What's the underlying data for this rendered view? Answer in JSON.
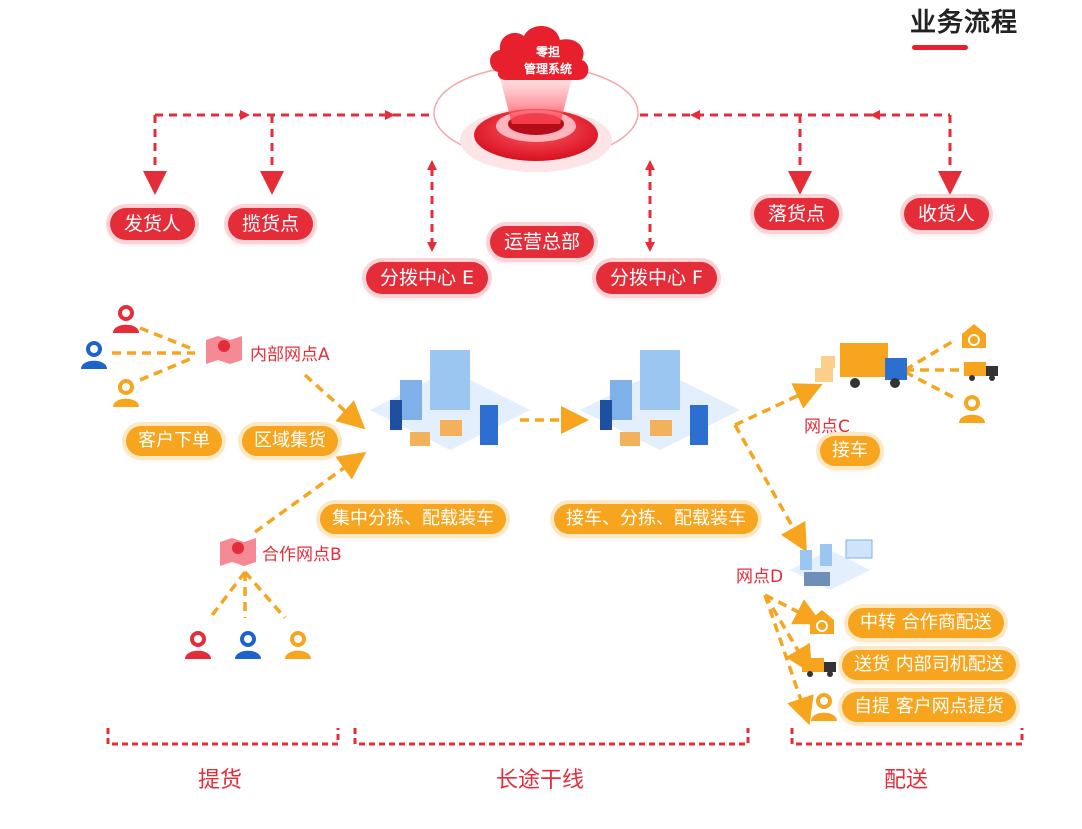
{
  "header": {
    "title": "业务流程"
  },
  "center": {
    "system_name_line1": "零担",
    "system_name_line2": "管理系统"
  },
  "top_labels": {
    "shipper": "发货人",
    "pickup_point": "揽货点",
    "hq": "运营总部",
    "hub_e": "分拨中心 E",
    "hub_f": "分拨中心 F",
    "drop_point": "落货点",
    "consignee": "收货人"
  },
  "nodes": {
    "branch_a": "内部网点A",
    "branch_b": "合作网点B",
    "branch_c": "网点C",
    "branch_d": "网点D"
  },
  "steps": {
    "customer_order": "客户下单",
    "area_collect": "区域集货",
    "central_sort": "集中分拣、配载装车",
    "receive_sort": "接车、分拣、配载装车",
    "receive_car": "接车",
    "transfer": "中转 合作商配送",
    "deliver": "送货 内部司机配送",
    "self_pickup": "自提 客户网点提货"
  },
  "phases": {
    "pickup": "提货",
    "long_haul": "长途干线",
    "delivery": "配送"
  },
  "colors": {
    "red": "#e52d3a",
    "orange": "#f7a51e",
    "blue": "#1e63c9"
  }
}
